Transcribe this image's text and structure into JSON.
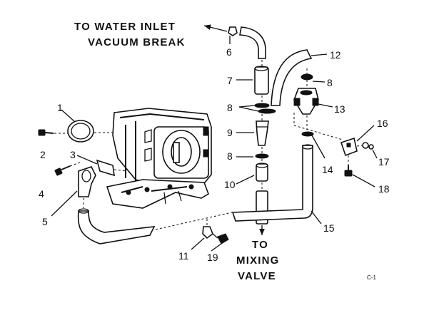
{
  "header": {
    "line1": "TO WATER INLET",
    "line2": "VACUUM BREAK"
  },
  "footer": {
    "to": "TO",
    "mixing": "MIXING",
    "valve": "VALVE"
  },
  "corner_code": "C-1",
  "callouts": [
    "1",
    "2",
    "3",
    "4",
    "5",
    "6",
    "7",
    "8",
    "8",
    "8",
    "9",
    "10",
    "11",
    "12",
    "13",
    "14",
    "15",
    "16",
    "17",
    "18",
    "19"
  ]
}
